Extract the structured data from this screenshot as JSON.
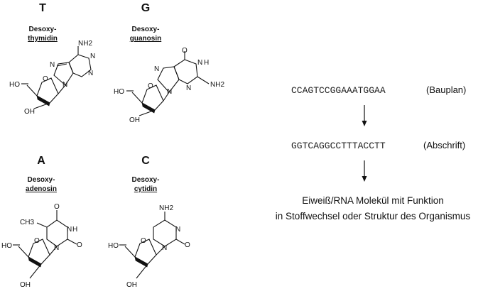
{
  "nucleosides": [
    {
      "letter": "T",
      "name_top": "Desoxy-",
      "name_bottom": "thymidin"
    },
    {
      "letter": "G",
      "name_top": "Desoxy-",
      "name_bottom": "guanosin"
    },
    {
      "letter": "A",
      "name_top": "Desoxy-",
      "name_bottom": "adenosin"
    },
    {
      "letter": "C",
      "name_top": "Desoxy-",
      "name_bottom": "cytidin"
    }
  ],
  "atoms": {
    "nh2": "NH2",
    "n": "N",
    "h": "H",
    "o": "O",
    "oh": "OH",
    "ho": "HO",
    "ch3": "CH3"
  },
  "flow": {
    "sequence_top": "CCAGTCCGGAAATGGAA",
    "label_top": "(Bauplan)",
    "sequence_bottom": "GGTCAGGCCTTTACCTT",
    "label_bottom": "(Abschrift)",
    "result_line1": "Eiweiß/RNA Molekül mit Funktion",
    "result_line2": "in Stoffwechsel oder Struktur des Organismus"
  }
}
